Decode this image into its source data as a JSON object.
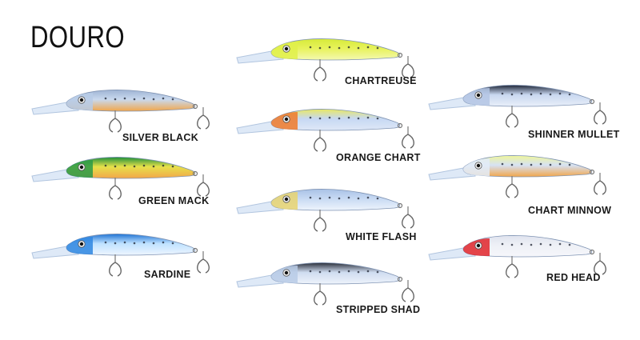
{
  "title": "DOURO",
  "lures": [
    {
      "label": "SILVER BLACK",
      "icon": "lure-silver-black-icon",
      "body": "#c9d9ee",
      "back": "#9fb4d4",
      "belly": "#f2a64a",
      "head": "#b7cbe6"
    },
    {
      "label": "GREEN MACK",
      "icon": "lure-green-mack-icon",
      "body": "#e6e14a",
      "back": "#1f8f3a",
      "belly": "#f2a64a",
      "head": "#2a9a48"
    },
    {
      "label": "SARDINE",
      "icon": "lure-sardine-icon",
      "body": "#bfe2ff",
      "back": "#1f73d4",
      "belly": "#eef5ff",
      "head": "#2e86e0"
    },
    {
      "label": "CHARTREUSE",
      "icon": "lure-chartreuse-icon",
      "body": "#e7f25a",
      "back": "#d6ea3a",
      "belly": "#f4f9b0",
      "head": "#e0f04a"
    },
    {
      "label": "ORANGE CHART",
      "icon": "lure-orange-chart-icon",
      "body": "#c6d8f3",
      "back": "#e8e864",
      "belly": "#dfe8f7",
      "head": "#f07a2a"
    },
    {
      "label": "WHITE FLASH",
      "icon": "lure-white-flash-icon",
      "body": "#c8daf3",
      "back": "#a9c2e6",
      "belly": "#eef4fc",
      "head": "#e8d470"
    },
    {
      "label": "STRIPPED SHAD",
      "icon": "lure-stripped-shad-icon",
      "body": "#cfdcf0",
      "back": "#2a2f3a",
      "belly": "#eef3fb",
      "head": "#b9cbe6"
    },
    {
      "label": "SHINNER MULLET",
      "icon": "lure-shinner-mullet-icon",
      "body": "#c9d8f0",
      "back": "#20283a",
      "belly": "#e9eff9",
      "head": "#b4c6e4"
    },
    {
      "label": "CHART MINNOW",
      "icon": "lure-chart-minnow-icon",
      "body": "#d6e2f4",
      "back": "#eef59a",
      "belly": "#f2a64a",
      "head": "#e3ecf8"
    },
    {
      "label": "RED HEAD",
      "icon": "lure-red-head-icon",
      "body": "#eef0f6",
      "back": "#dfe3ee",
      "belly": "#f6f7fb",
      "head": "#e0242a"
    }
  ]
}
